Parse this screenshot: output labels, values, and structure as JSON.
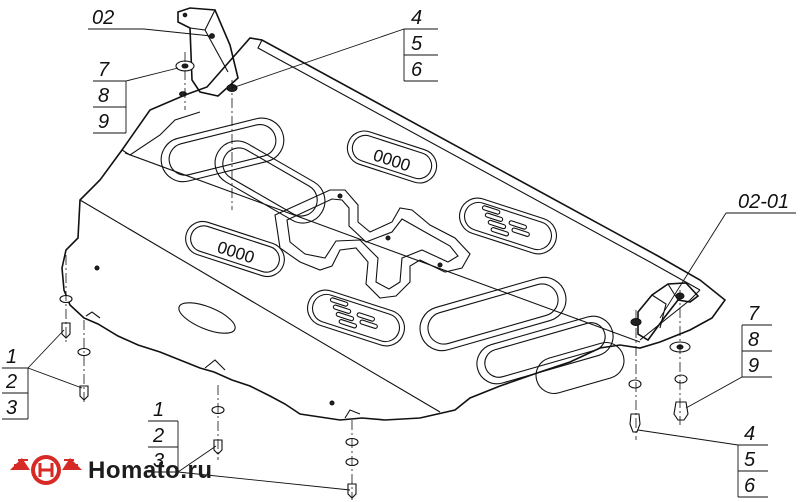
{
  "diagram": {
    "labels": {
      "bracket_top": "02",
      "bracket_right": "02-01",
      "group_top_right": [
        "4",
        "5",
        "6"
      ],
      "group_top_left": [
        "7",
        "8",
        "9"
      ],
      "group_left": [
        "1",
        "2",
        "3"
      ],
      "group_bottom_mid": [
        "1",
        "2",
        "3"
      ],
      "group_right": [
        "7",
        "8",
        "9"
      ],
      "group_bottom_right": [
        "4",
        "5",
        "6"
      ]
    },
    "stamps": {
      "raised_marks": "0000"
    }
  },
  "logo": {
    "text": "Homato.ru",
    "colors": {
      "emblem_red": "#d62a26",
      "text": "#1c1c1c"
    }
  }
}
